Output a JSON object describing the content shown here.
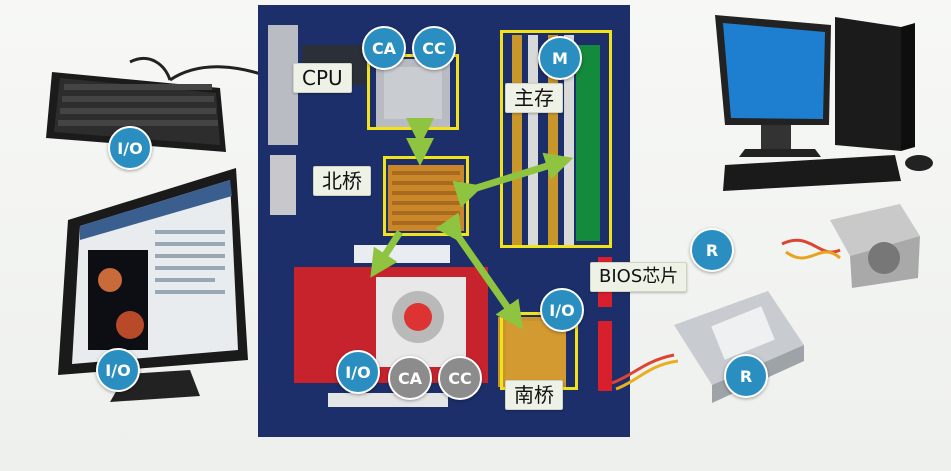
{
  "components": {
    "cpu": "CPU",
    "northbridge": "北桥",
    "main_memory": "主存",
    "bios_chip": "BIOS芯片",
    "southbridge": "南桥"
  },
  "badges": {
    "cpu_ca": "CA",
    "cpu_cc": "CC",
    "memory": "M",
    "keyboard": "I/O",
    "monitor": "I/O",
    "graphics_io": "I/O",
    "graphics_ca": "CA",
    "graphics_cc": "CC",
    "southbridge_io": "I/O",
    "bios_r": "R",
    "disk_r": "R"
  },
  "colors": {
    "highlight": "#f2e21a",
    "io_badge": "#2a8fc0",
    "cc_badge": "#8c8c8c",
    "arrow": "#8fc441",
    "board": "#1c2f6b"
  }
}
